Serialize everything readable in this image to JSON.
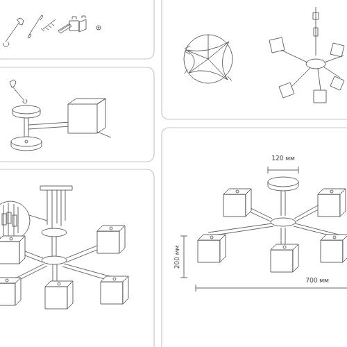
{
  "diagram": {
    "labels": [
      "120 мм",
      "200 мм",
      "700 мм"
    ]
  }
}
